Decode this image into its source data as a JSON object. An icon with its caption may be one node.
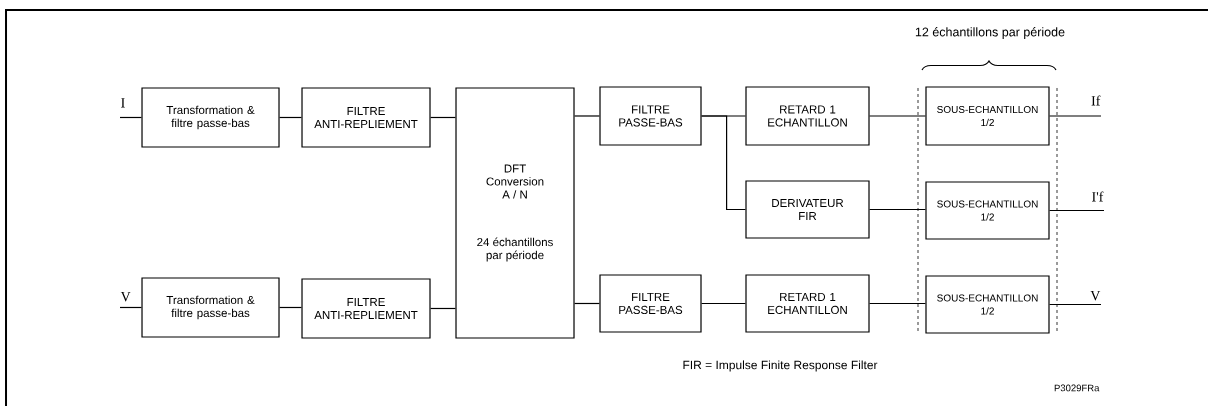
{
  "diagram": {
    "nodes": [
      {
        "text": [
          "I"
        ]
      },
      {
        "text": [
          "Transformation & filtre passe-bas"
        ]
      },
      {
        "text": [
          "FILTRE ANTI-REPLIEMENT"
        ]
      },
      {
        "text": [
          "DFT Conversion A / N",
          "24 échantillons par période"
        ]
      },
      {
        "text": [
          "FILTRE PASSE-BAS"
        ]
      },
      {
        "text": [
          "RETARD 1 ECHANTILLON"
        ]
      },
      {
        "text": [
          "SOUS-ECHANTILLON 1/2"
        ]
      },
      {
        "text": [
          "If"
        ]
      },
      {
        "text": [
          "DERIVATEUR FIR"
        ]
      },
      {
        "text": [
          "SOUS-ECHANTILLON 1/2"
        ]
      },
      {
        "text": [
          "I'f"
        ]
      },
      {
        "text": [
          "V"
        ]
      },
      {
        "text": [
          "Transformation & filtre passe-bas"
        ]
      },
      {
        "text": [
          "FILTRE ANTI-REPLIEMENT"
        ]
      },
      {
        "text": [
          "FILTRE PASSE-BAS"
        ]
      },
      {
        "text": [
          "RETARD 1 ECHANTILLON"
        ]
      },
      {
        "text": [
          "SOUS-ECHANTILLON 1/2"
        ]
      },
      {
        "text": [
          "V"
        ]
      }
    ],
    "edges": [
      {
        "from": 0,
        "to": 1,
        "arrow": "none"
      },
      {
        "from": 1,
        "to": 2,
        "arrow": "none"
      },
      {
        "from": 2,
        "to": 3,
        "arrow": "none"
      },
      {
        "from": 3,
        "to": 4,
        "arrow": "none"
      },
      {
        "from": 4,
        "to": 5,
        "arrow": "none"
      },
      {
        "from": 5,
        "to": 6,
        "arrow": "none"
      },
      {
        "from": 6,
        "to": 7,
        "arrow": "none"
      },
      {
        "from": 4,
        "to": 8,
        "arrow": "none"
      },
      {
        "from": 8,
        "to": 9,
        "arrow": "none"
      },
      {
        "from": 9,
        "to": 10,
        "arrow": "none"
      },
      {
        "from": 11,
        "to": 12,
        "arrow": "none"
      },
      {
        "from": 12,
        "to": 13,
        "arrow": "none"
      },
      {
        "from": 13,
        "to": 3,
        "arrow": "none"
      },
      {
        "from": 3,
        "to": 14,
        "arrow": "none"
      },
      {
        "from": 14,
        "to": 15,
        "arrow": "none"
      },
      {
        "from": 15,
        "to": 16,
        "arrow": "none"
      },
      {
        "from": 16,
        "to": 17,
        "arrow": "none"
      }
    ],
    "labels": [
      "12 échantillons par période",
      "FIR = Impulse Finite Response Filter",
      "P3029FRa"
    ]
  }
}
